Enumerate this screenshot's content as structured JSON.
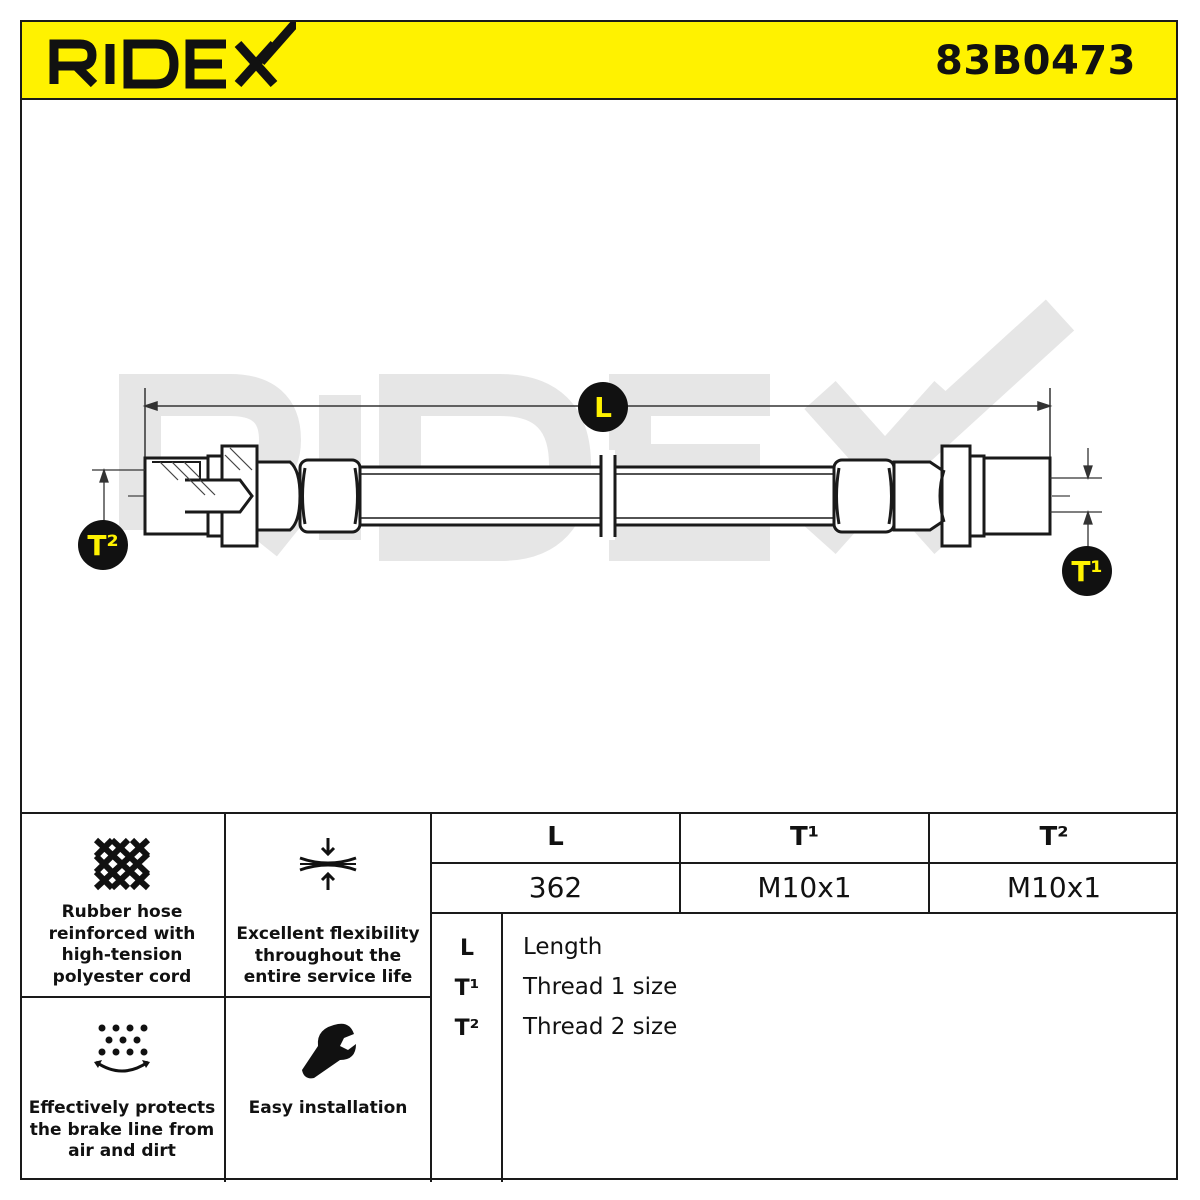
{
  "brand": {
    "logo_text": "RIDEX",
    "colors": {
      "accent": "#fff200",
      "ink": "#111111"
    }
  },
  "header": {
    "part_number": "83B0473"
  },
  "drawing": {
    "watermark": "RIDEX",
    "callouts": {
      "length": "L",
      "thread1": "T¹",
      "thread2": "T²"
    }
  },
  "features": [
    {
      "icon": "woven-cord-icon",
      "text": "Rubber hose reinforced with high-tension polyester cord"
    },
    {
      "icon": "compression-arrows-icon",
      "text": "Excellent flexibility throughout the entire service life"
    },
    {
      "icon": "dust-particles-icon",
      "text": "Effectively protects the brake line from air and dirt"
    },
    {
      "icon": "wrench-icon",
      "text": "Easy installation"
    }
  ],
  "specs": {
    "headers": [
      "L",
      "T¹",
      "T²"
    ],
    "values": [
      "362",
      "M10x1",
      "M10x1"
    ]
  },
  "legend": [
    {
      "key": "L",
      "label": "Length"
    },
    {
      "key": "T¹",
      "label": "Thread 1 size"
    },
    {
      "key": "T²",
      "label": "Thread 2 size"
    }
  ]
}
